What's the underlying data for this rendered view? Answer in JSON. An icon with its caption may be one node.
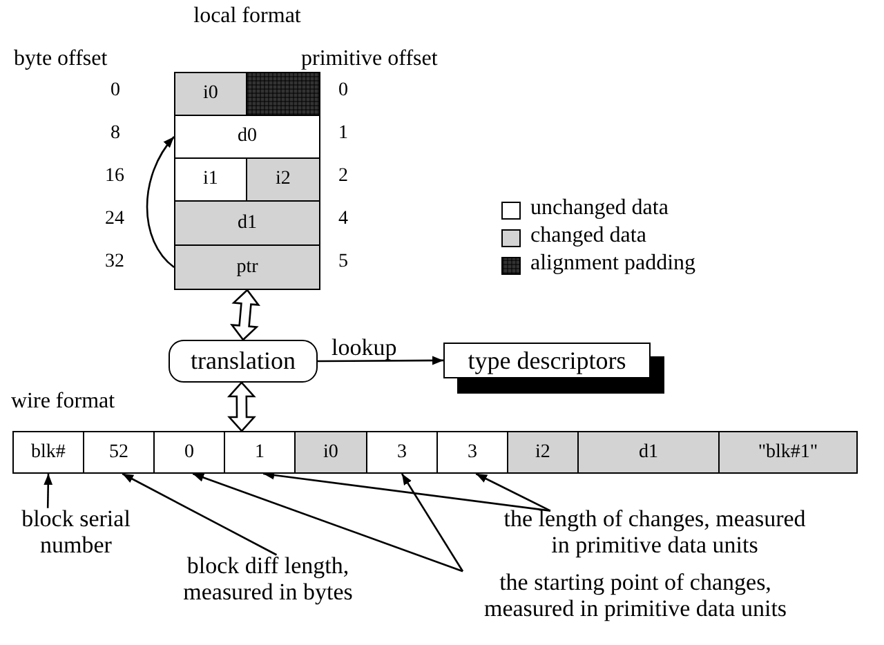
{
  "diagram": {
    "nodes": [
      {
        "text": [
          "local format"
        ]
      },
      {
        "text": [
          "i0"
        ],
        "in": 0
      },
      {
        "text": [],
        "shape": "box",
        "in": 0
      },
      {
        "text": [
          "d0"
        ],
        "in": 0
      },
      {
        "text": [
          "i1"
        ],
        "in": 0
      },
      {
        "text": [
          "i2"
        ],
        "in": 0
      },
      {
        "text": [
          "d1"
        ],
        "in": 0
      },
      {
        "text": [
          "ptr"
        ],
        "in": 0
      },
      {
        "text": [
          "translation"
        ]
      },
      {
        "text": [
          "type descriptors"
        ]
      },
      {
        "text": [
          "wire format"
        ]
      },
      {
        "text": [
          "blk#"
        ],
        "in": 10
      },
      {
        "text": [
          "52"
        ],
        "in": 10
      },
      {
        "text": [
          "0"
        ],
        "in": 10
      },
      {
        "text": [
          "1"
        ],
        "in": 10
      },
      {
        "text": [
          "i0"
        ],
        "in": 10
      },
      {
        "text": [
          "3"
        ],
        "in": 10
      },
      {
        "text": [
          "3"
        ],
        "in": 10
      },
      {
        "text": [
          "i2"
        ],
        "in": 10
      },
      {
        "text": [
          "d1"
        ],
        "in": 10
      },
      {
        "text": [
          "\"blk#1\""
        ],
        "in": 10
      },
      {
        "text": [
          "block serial number"
        ]
      },
      {
        "text": [
          "block diff length, measured in bytes"
        ]
      },
      {
        "text": [
          "the length of changes, measured in primitive data units"
        ]
      },
      {
        "text": [
          "the starting point of changes, measured in primitive data units"
        ]
      }
    ],
    "edges": [
      {
        "from": 7,
        "to": 3,
        "arrow": "to"
      },
      {
        "from": 0,
        "to": 8,
        "arrow": "both",
        "style": "thick"
      },
      {
        "from": 8,
        "to": 10,
        "arrow": "both",
        "style": "thick"
      },
      {
        "from": 8,
        "to": 9,
        "arrow": "to",
        "label": "lookup"
      },
      {
        "from": 21,
        "to": 11,
        "arrow": "to"
      },
      {
        "from": 22,
        "to": 12,
        "arrow": "to"
      },
      {
        "from": 24,
        "to": 13,
        "arrow": "to"
      },
      {
        "from": 24,
        "to": 16,
        "arrow": "to"
      },
      {
        "from": 23,
        "to": 14,
        "arrow": "to"
      },
      {
        "from": 23,
        "to": 17,
        "arrow": "to"
      }
    ],
    "labels": [
      "byte offset",
      "primitive offset",
      "0",
      "0",
      "8",
      "1",
      "16",
      "2",
      "24",
      "4",
      "32",
      "5"
    ],
    "legend": [
      {
        "text": "unchanged data",
        "color": "#ffffff"
      },
      {
        "text": "changed data",
        "color": "#d3d3d3"
      },
      {
        "text": "alignment padding",
        "color": "#333333"
      }
    ]
  }
}
